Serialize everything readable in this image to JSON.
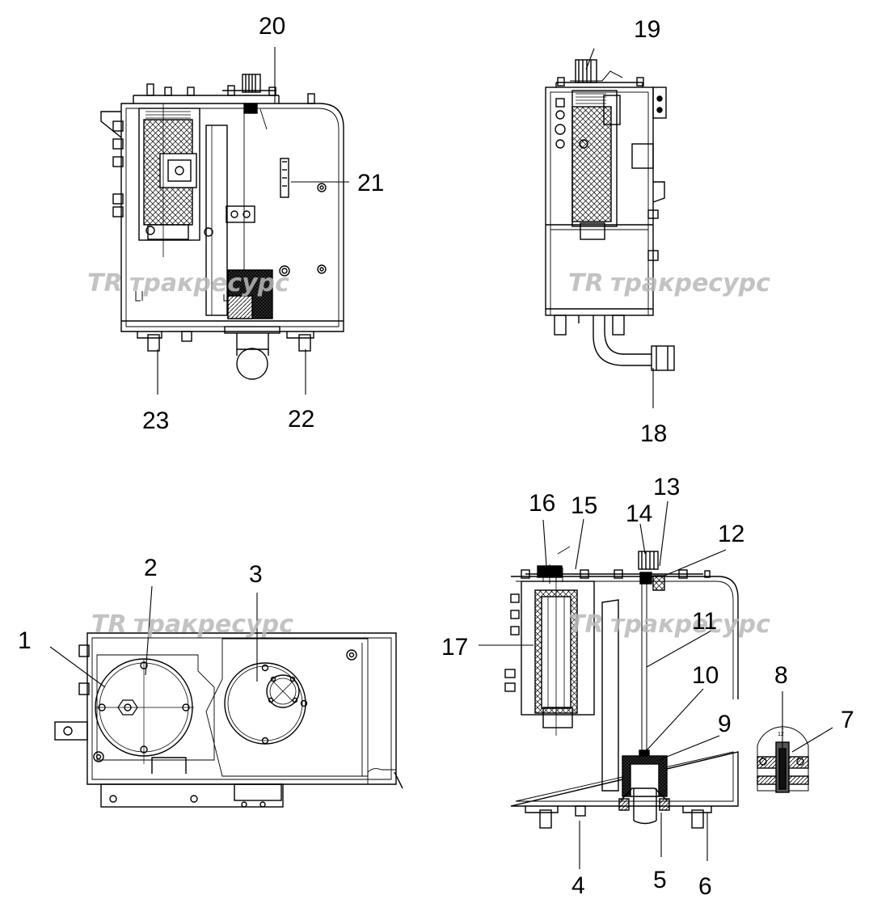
{
  "diagram": {
    "watermark": "тракресурс",
    "watermark_logo": "TR",
    "callouts": [
      "1",
      "2",
      "3",
      "4",
      "5",
      "6",
      "7",
      "8",
      "9",
      "10",
      "11",
      "12",
      "13",
      "14",
      "15",
      "16",
      "17",
      "18",
      "19",
      "20",
      "21",
      "22",
      "23"
    ],
    "detail_marks": [
      "1",
      "12"
    ]
  }
}
